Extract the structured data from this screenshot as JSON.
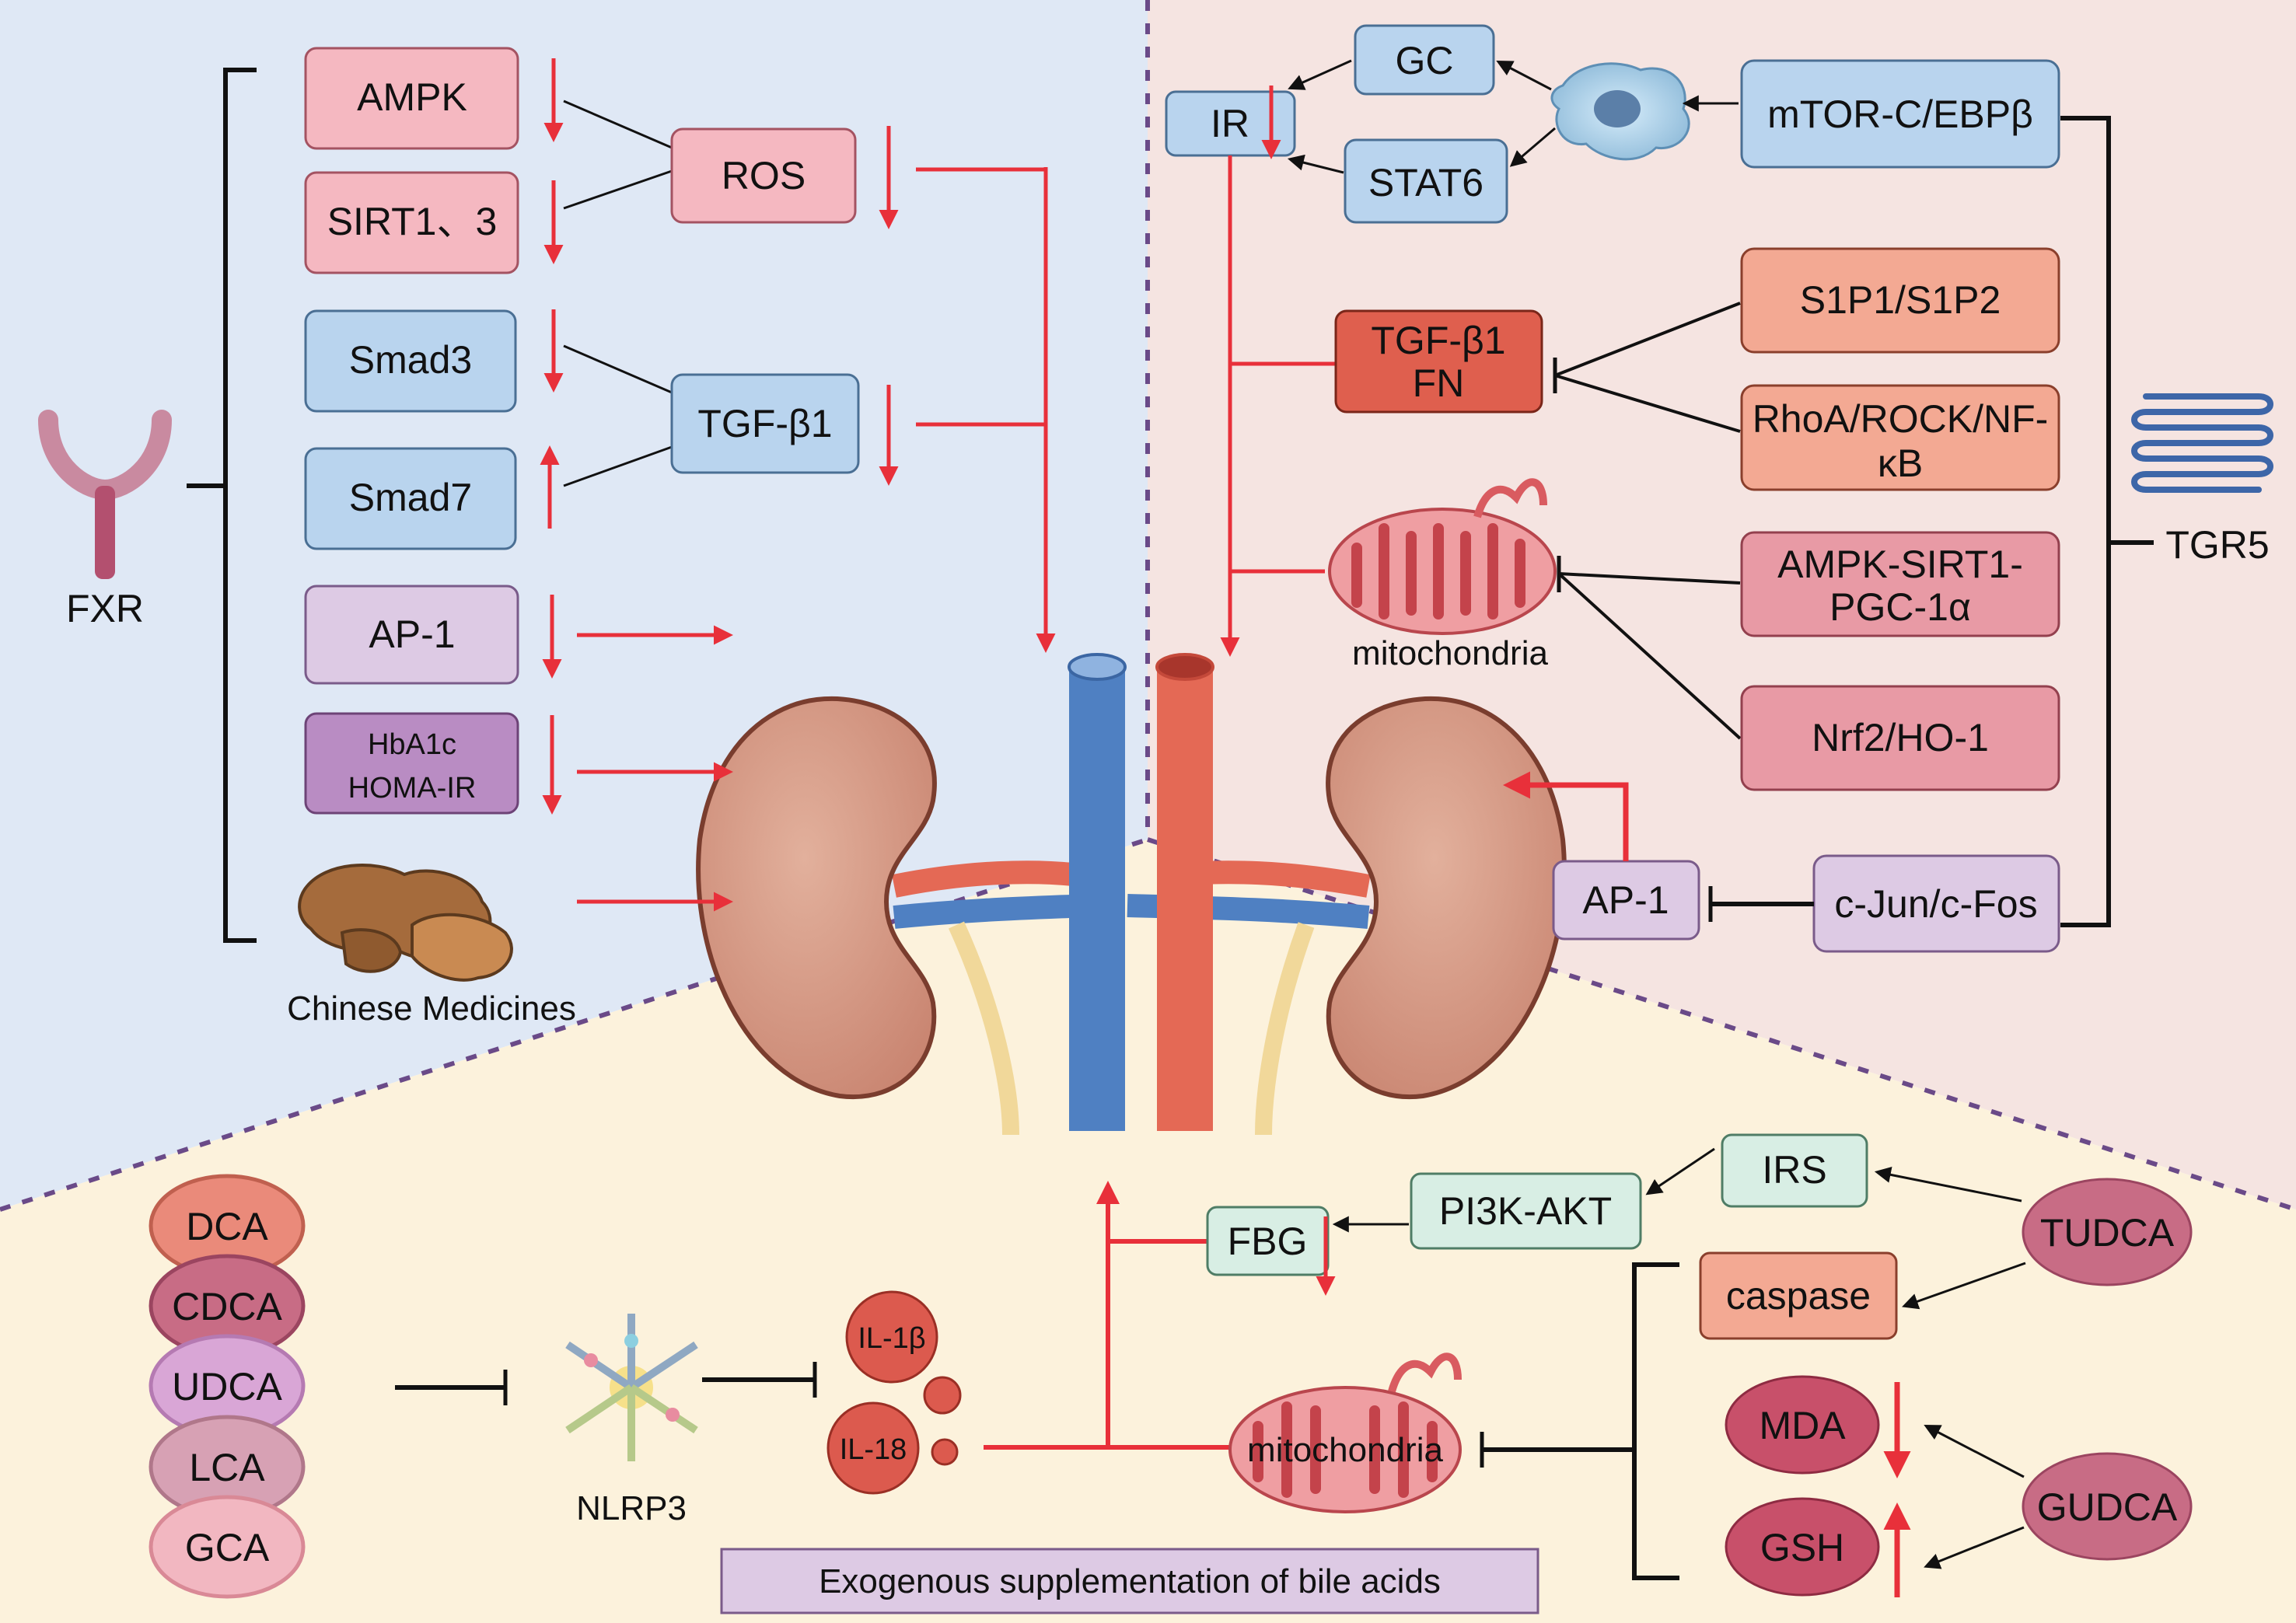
{
  "colors": {
    "bg_left": "#dfe8f5",
    "bg_right": "#f5e4e1",
    "bg_bottom": "#fcf2dc",
    "red_arrow": "#e8303a",
    "black_line": "#111111",
    "pink_box": "#f5b8c1",
    "blue_box": "#b9d4ee",
    "lavender_box": "#ddcae4",
    "purple_box": "#b98cc3",
    "salmon_box": "#f3a993",
    "red_box": "#df5f4e",
    "rose_box": "#e89aa5",
    "mint_box": "#d8eee4",
    "vein": "#4f80c2",
    "artery": "#e46955",
    "kidney": "#d49a86"
  },
  "fxr": {
    "label": "FXR",
    "icon": "y-receptor-icon",
    "targets": {
      "ampk": "AMPK",
      "sirt": "SIRT1、3",
      "ros": "ROS",
      "smad3": "Smad3",
      "smad7": "Smad7",
      "tgf": "TGF-β1",
      "ap1": "AP-1",
      "hba1c_line1": "HbA1c",
      "hba1c_line2": "HOMA-IR"
    },
    "chinese_medicines": "Chinese Medicines"
  },
  "tgr5": {
    "label": "TGR5",
    "icon": "gpcr-receptor-icon",
    "targets": {
      "gc": "GC",
      "ir": "IR",
      "stat6": "STAT6",
      "mtor": "mTOR-C/EBPβ",
      "s1p": "S1P1/S1P2",
      "tgf_line1": "TGF-β1",
      "tgf_line2": "FN",
      "rhoa_line1": "RhoA/ROCK/NF-",
      "rhoa_line2": "κB",
      "ampk_line1": "AMPK-SIRT1-",
      "ampk_line2": "PGC-1α",
      "nrf2": "Nrf2/HO-1",
      "ap1": "AP-1",
      "cjun": "c-Jun/c-Fos"
    },
    "mitochondria_label": "mitochondria"
  },
  "exogenous": {
    "title": "Exogenous supplementation of bile acids",
    "bile_acids": [
      "DCA",
      "CDCA",
      "UDCA",
      "LCA",
      "GCA"
    ],
    "nlrp3": "NLRP3",
    "il1b": "IL-1β",
    "il18": "IL-18",
    "mitochondria_label": "mitochondria",
    "fbg": "FBG",
    "pi3k": "PI3K-AKT",
    "irs": "IRS",
    "tudca": "TUDCA",
    "caspase": "caspase",
    "mda": "MDA",
    "gsh": "GSH",
    "gudca": "GUDCA"
  }
}
